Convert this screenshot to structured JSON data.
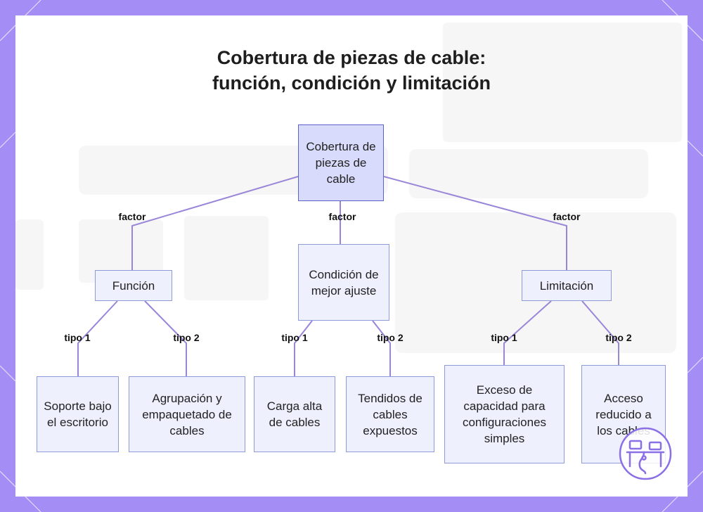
{
  "title_lines": [
    "Cobertura de piezas de cable:",
    "función, condición y limitación"
  ],
  "nodes": {
    "root": "Cobertura de piezas de cable",
    "funcion": "Función",
    "condicion": "Condición de mejor ajuste",
    "limitacion": "Limitación",
    "soporte": "Soporte bajo el escritorio",
    "agrupacion": "Agrupación y empaquetado de cables",
    "carga": "Carga alta de cables",
    "tendidos": "Tendidos de cables expuestos",
    "exceso": "Exceso de capacidad para configuraciones simples",
    "acceso": "Acceso reducido a los cables"
  },
  "edge_labels": {
    "factor_1": "factor",
    "factor_2": "factor",
    "factor_3": "factor",
    "funcion_tipo1": "tipo 1",
    "funcion_tipo2": "tipo 2",
    "condicion_tipo1": "tipo 1",
    "condicion_tipo2": "tipo 2",
    "limitacion_tipo1": "tipo 1",
    "limitacion_tipo2": "tipo 2"
  },
  "colors": {
    "frame": "#a48df4",
    "edge": "#9a86d8",
    "node_fill": "#eef0fe",
    "root_fill": "#d8dbfb",
    "logo": "#8b6fe6"
  },
  "icons": [
    "workspace-logo-icon"
  ]
}
